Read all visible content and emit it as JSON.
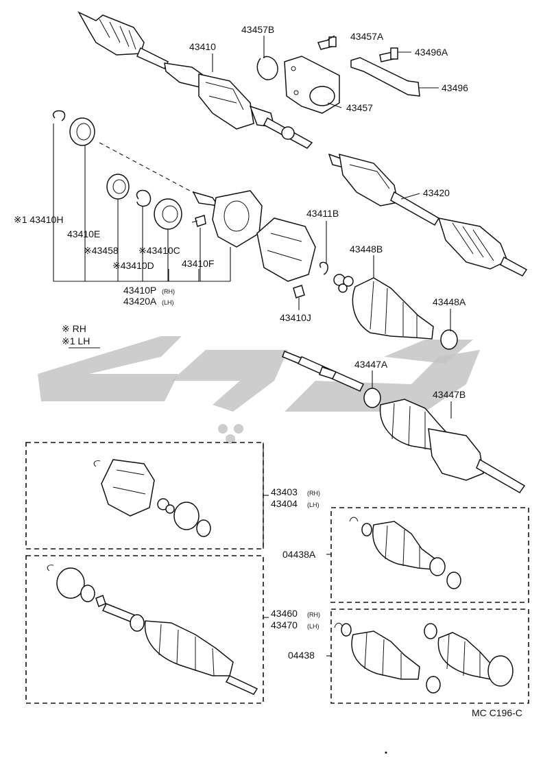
{
  "labels": {
    "p43457B": "43457B",
    "p43457A": "43457A",
    "p43496A": "43496A",
    "p43410": "43410",
    "p43496": "43496",
    "p43457": "43457",
    "p43420": "43420",
    "p43410H": "※1 43410H",
    "p43410E": "43410E",
    "p43458": "※43458",
    "p43410C": "※43410C",
    "p43410D": "※43410D",
    "p43410F": "43410F",
    "p43410P": "43410P",
    "p43410P_sub": "(RH)",
    "p43420A": "43420A",
    "p43420A_sub": "(LH)",
    "p43411B": "43411B",
    "p43448B": "43448B",
    "p43448A": "43448A",
    "p43410J": "43410J",
    "p43447A": "43447A",
    "p43447B": "43447B",
    "p43403": "43403",
    "p43403_sub": "(RH)",
    "p43404": "43404",
    "p43404_sub": "(LH)",
    "p04438A": "04438A",
    "p43460": "43460",
    "p43460_sub": "(RH)",
    "p43470": "43470",
    "p43470_sub": "(LH)",
    "p04438": "04438",
    "code": "MC  C196-C"
  },
  "legend": {
    "rh": "※  RH",
    "lh": "※1 LH"
  },
  "colors": {
    "line": "#111111",
    "watermark": "#c4c4c4",
    "background": "#ffffff"
  }
}
